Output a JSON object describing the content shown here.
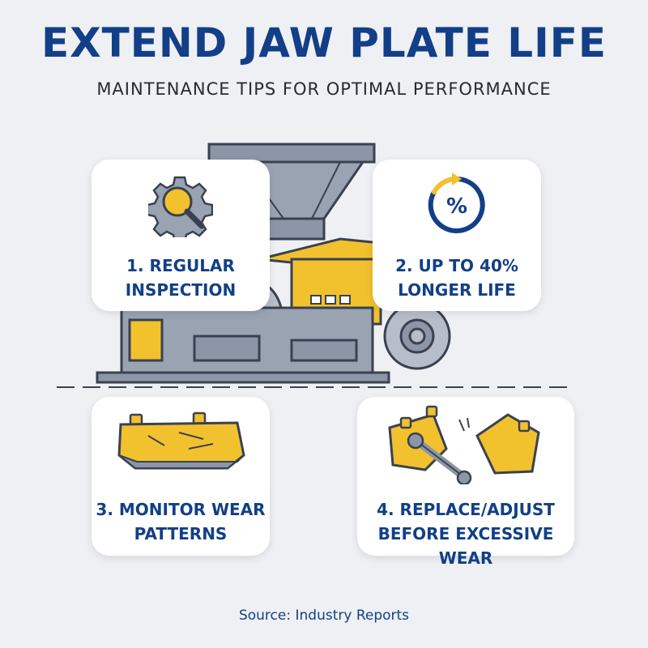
{
  "header": {
    "title": "EXTEND JAW PLATE LIFE",
    "subtitle": "MAINTENANCE TIPS FOR OPTIMAL PERFORMANCE"
  },
  "colors": {
    "brand_blue": "#123f87",
    "accent_yellow": "#f2c12e",
    "machine_gray": "#8c96a6",
    "background": "#eef0f3"
  },
  "cards": [
    {
      "label": "1.     REGULAR\nINSPECTION",
      "icon": "gear-magnifier-icon"
    },
    {
      "label": "2. UP TO 40%\nLONGER LIFE",
      "icon": "percent-cycle-icon"
    },
    {
      "label": "3. MONITOR WEAR\nPATTERNS",
      "icon": "jaw-plate-icon"
    },
    {
      "label": "4.   REPLACE/ADJUST\nBEFORE EXCESSIVE WEAR",
      "icon": "broken-plate-wrench-icon"
    }
  ],
  "footer": {
    "source": "Source: Industry Reports"
  }
}
